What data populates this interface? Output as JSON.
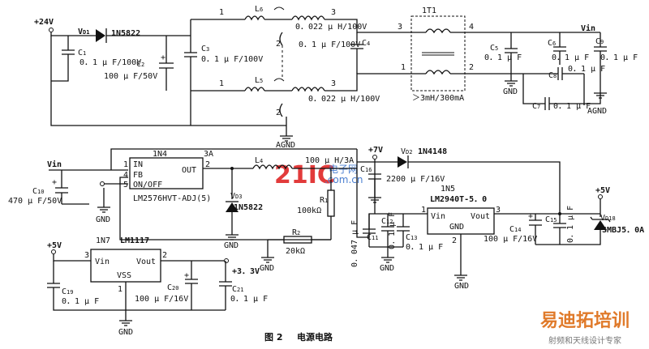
{
  "caption": {
    "fig": "图 2",
    "title": "电源电路"
  },
  "watermark": {
    "main": "21IC",
    "sub": "电子网",
    "sub2": ".com.cn"
  },
  "brand": {
    "name": "易迪拓培训",
    "tagline": "射频和天线设计专家"
  },
  "colors": {
    "wire": "#111111",
    "watermark": "#e23b3b",
    "brand": "#e07a2a"
  },
  "top": {
    "v24": "+24V",
    "vd1": "V",
    "vd1_sub": "D1",
    "d1_part": "1N5822",
    "c1": "C",
    "c1_sub": "1",
    "c1_val": "0．1 μ F/100V",
    "c2": "C",
    "c2_sub": "2",
    "c2_val": "100 μ F/50V",
    "c3": "C",
    "c3_sub": "3",
    "c3_val": "0．1 μ F/100V",
    "l6": "L",
    "l6_sub": "6",
    "l6_val": "0．022 μ H/100V",
    "l5": "L",
    "l5_sub": "5",
    "l5_val": "0．022 μ H/100V",
    "c4": "C",
    "c4_sub": "4",
    "c4_val": "0．1 μ F/100V",
    "t1": "1T1",
    "t1_spec": "＞3mH/300mA",
    "pin1": "1",
    "pin2": "2",
    "pin3": "3",
    "pin4": "4",
    "vin": "Vin",
    "c5": "C",
    "c5_sub": "5",
    "c5_val": "0．1 μ F",
    "c6": "C",
    "c6_sub": "6",
    "c6_val": "0．1 μ F",
    "c8": "C",
    "c8_sub": "8",
    "c7": "C",
    "c7_sub": "7",
    "c7_val": "0．1 μ F",
    "c9": "C",
    "c9_sub": "9",
    "c9_val": "0．1 μ F",
    "gnd": "GND",
    "agnd": "AGND"
  },
  "bottom": {
    "vin": "Vin",
    "c10": "C",
    "c10_sub": "10",
    "c10_val": "470 μ F/50V",
    "n4": "1N4",
    "in": "IN",
    "out": "OUT",
    "fb": "FB",
    "onoff": "ON/OFF",
    "lm2576": "LM2576HVT-ADJ(5)",
    "pin3a": "3A",
    "p1": "1",
    "p2": "2",
    "p3": "3",
    "p4": "4",
    "p5": "5",
    "l4": "L",
    "l4_sub": "4",
    "l4_val": "100 μ H/3A",
    "vd3": "V",
    "vd3_sub": "D3",
    "d3_part": "1N5822",
    "r1": "R",
    "r1_sub": "1",
    "r1_val": "100kΩ",
    "r2": "R",
    "r2_sub": "2",
    "r2_val": "20kΩ",
    "v7": "+7V",
    "vd2": "V",
    "vd2_sub": "D2",
    "d2_part": "1N4148",
    "c16": "C",
    "c16_sub": "16",
    "c16_val": "2200 μ F/16V",
    "n5": "1N5",
    "lm2940": "LM2940T-5．0",
    "vin2": "Vin",
    "vout2": "Vout",
    "gnd2": "GND",
    "c12": "C",
    "c12_sub": "12",
    "c11": "C",
    "c11_sub": "11",
    "c11_val": "0．047 μ F",
    "c12_val": "0．1 μ F",
    "c13": "C",
    "c13_sub": "13",
    "c13_val": "0．1 μ F",
    "c14": "C",
    "c14_sub": "14",
    "c14_val": "100 μ F/16V",
    "c15": "C",
    "c15_sub": "15",
    "c15_val": "0．1 μ F",
    "v5": "+5V",
    "vd18": "V",
    "vd18_sub": "D18",
    "d18_part": "SMBJ5．0A",
    "v5b": "+5V",
    "n7": "1N7",
    "lm1117": "LM1117",
    "vin3": "Vin",
    "vout3": "Vout",
    "vss": "VSS",
    "v33": "+3．3V",
    "c19": "C",
    "c19_sub": "19",
    "c19_val": "0．1 μ F",
    "c20": "C",
    "c20_sub": "20",
    "c20_val": "100 μ F/16V",
    "c21": "C",
    "c21_sub": "21",
    "c21_val": "0．1 μ F",
    "gnd": "GND"
  }
}
